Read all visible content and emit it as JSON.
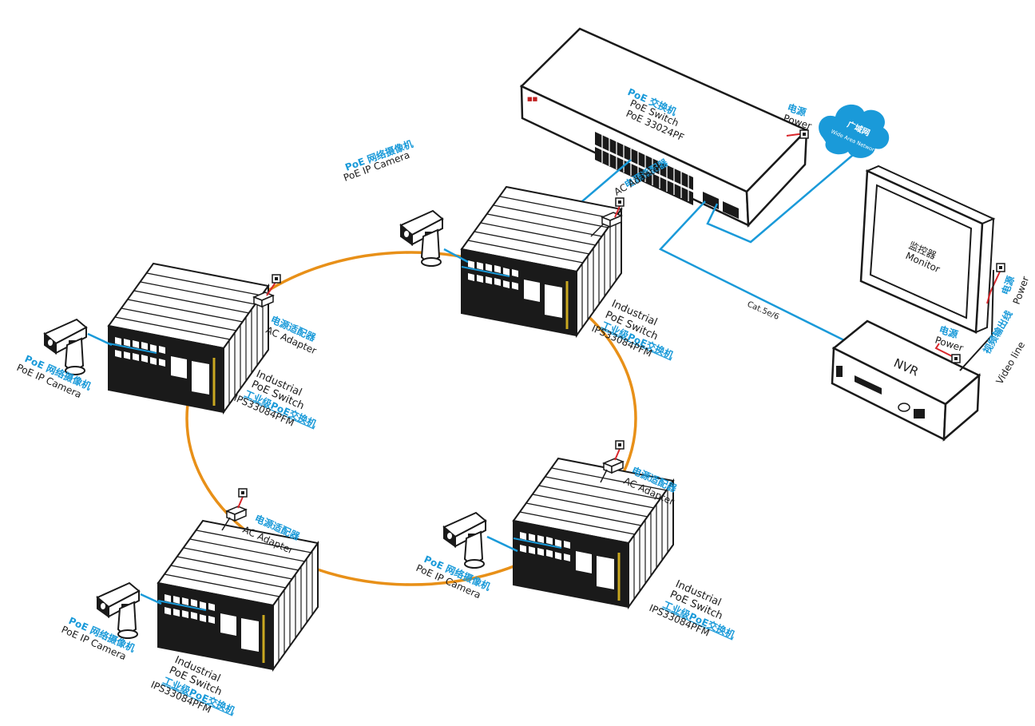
{
  "colors": {
    "ring": "#e89018",
    "network_cable": "#1a9ad9",
    "power_cable": "#d8262b",
    "outline": "#1a1a1a",
    "cloud": "#1a9ad9",
    "chinese_label": "#1a9ad9"
  },
  "core_switch": {
    "cn": "PoE 交换机",
    "en": "PoE  Switch",
    "model": "PoE 33024PF",
    "power_cn": "电源",
    "power_en": "Power"
  },
  "cloud": {
    "cn": "广域网",
    "en": "Wide Area Network"
  },
  "top_node": {
    "camera_cn": "PoE 网络摄像机",
    "camera_en": "PoE IP Camera",
    "adapter_cn": "电源适配器",
    "adapter_en": "AC Adapter",
    "switch_line1": "Industrial",
    "switch_line2": "PoE Switch",
    "switch_cn": "工业级PoE交换机",
    "switch_model": "IPS33084PFM"
  },
  "left_node": {
    "camera_cn": "PoE 网络摄像机",
    "camera_en": "PoE IP Camera",
    "adapter_cn": "电源适配器",
    "adapter_en": "AC Adapter",
    "switch_line1": "Industrial",
    "switch_line2": "PoE Switch",
    "switch_cn": "工业级PoE交换机",
    "switch_model": "IPS33084PFM"
  },
  "bottom_left_node": {
    "camera_cn": "PoE 网络摄像机",
    "camera_en": "PoE IP Camera",
    "adapter_cn": "电源适配器",
    "adapter_en": "AC Adapter",
    "switch_line1": "Industrial",
    "switch_line2": "PoE Switch",
    "switch_cn": "工业级PoE交换机",
    "switch_model": "IPS33084PFM"
  },
  "bottom_right_node": {
    "camera_cn": "PoE 网络摄像机",
    "camera_en": "PoE IP Camera",
    "adapter_cn": "电源适配器",
    "adapter_en": "AC Adapter",
    "switch_line1": "Industrial",
    "switch_line2": "PoE Switch",
    "switch_cn": "工业级PoE交换机",
    "switch_model": "IPS33084PFM"
  },
  "monitor": {
    "cn": "监控器",
    "en": "Monitor",
    "power_cn": "电源",
    "power_en": "Power"
  },
  "nvr": {
    "label": "NVR",
    "power_cn": "电源",
    "power_en": "Power",
    "video_cn": "视频输出线",
    "video_en": "Video line"
  },
  "cable_label": "Cat.5e/6"
}
